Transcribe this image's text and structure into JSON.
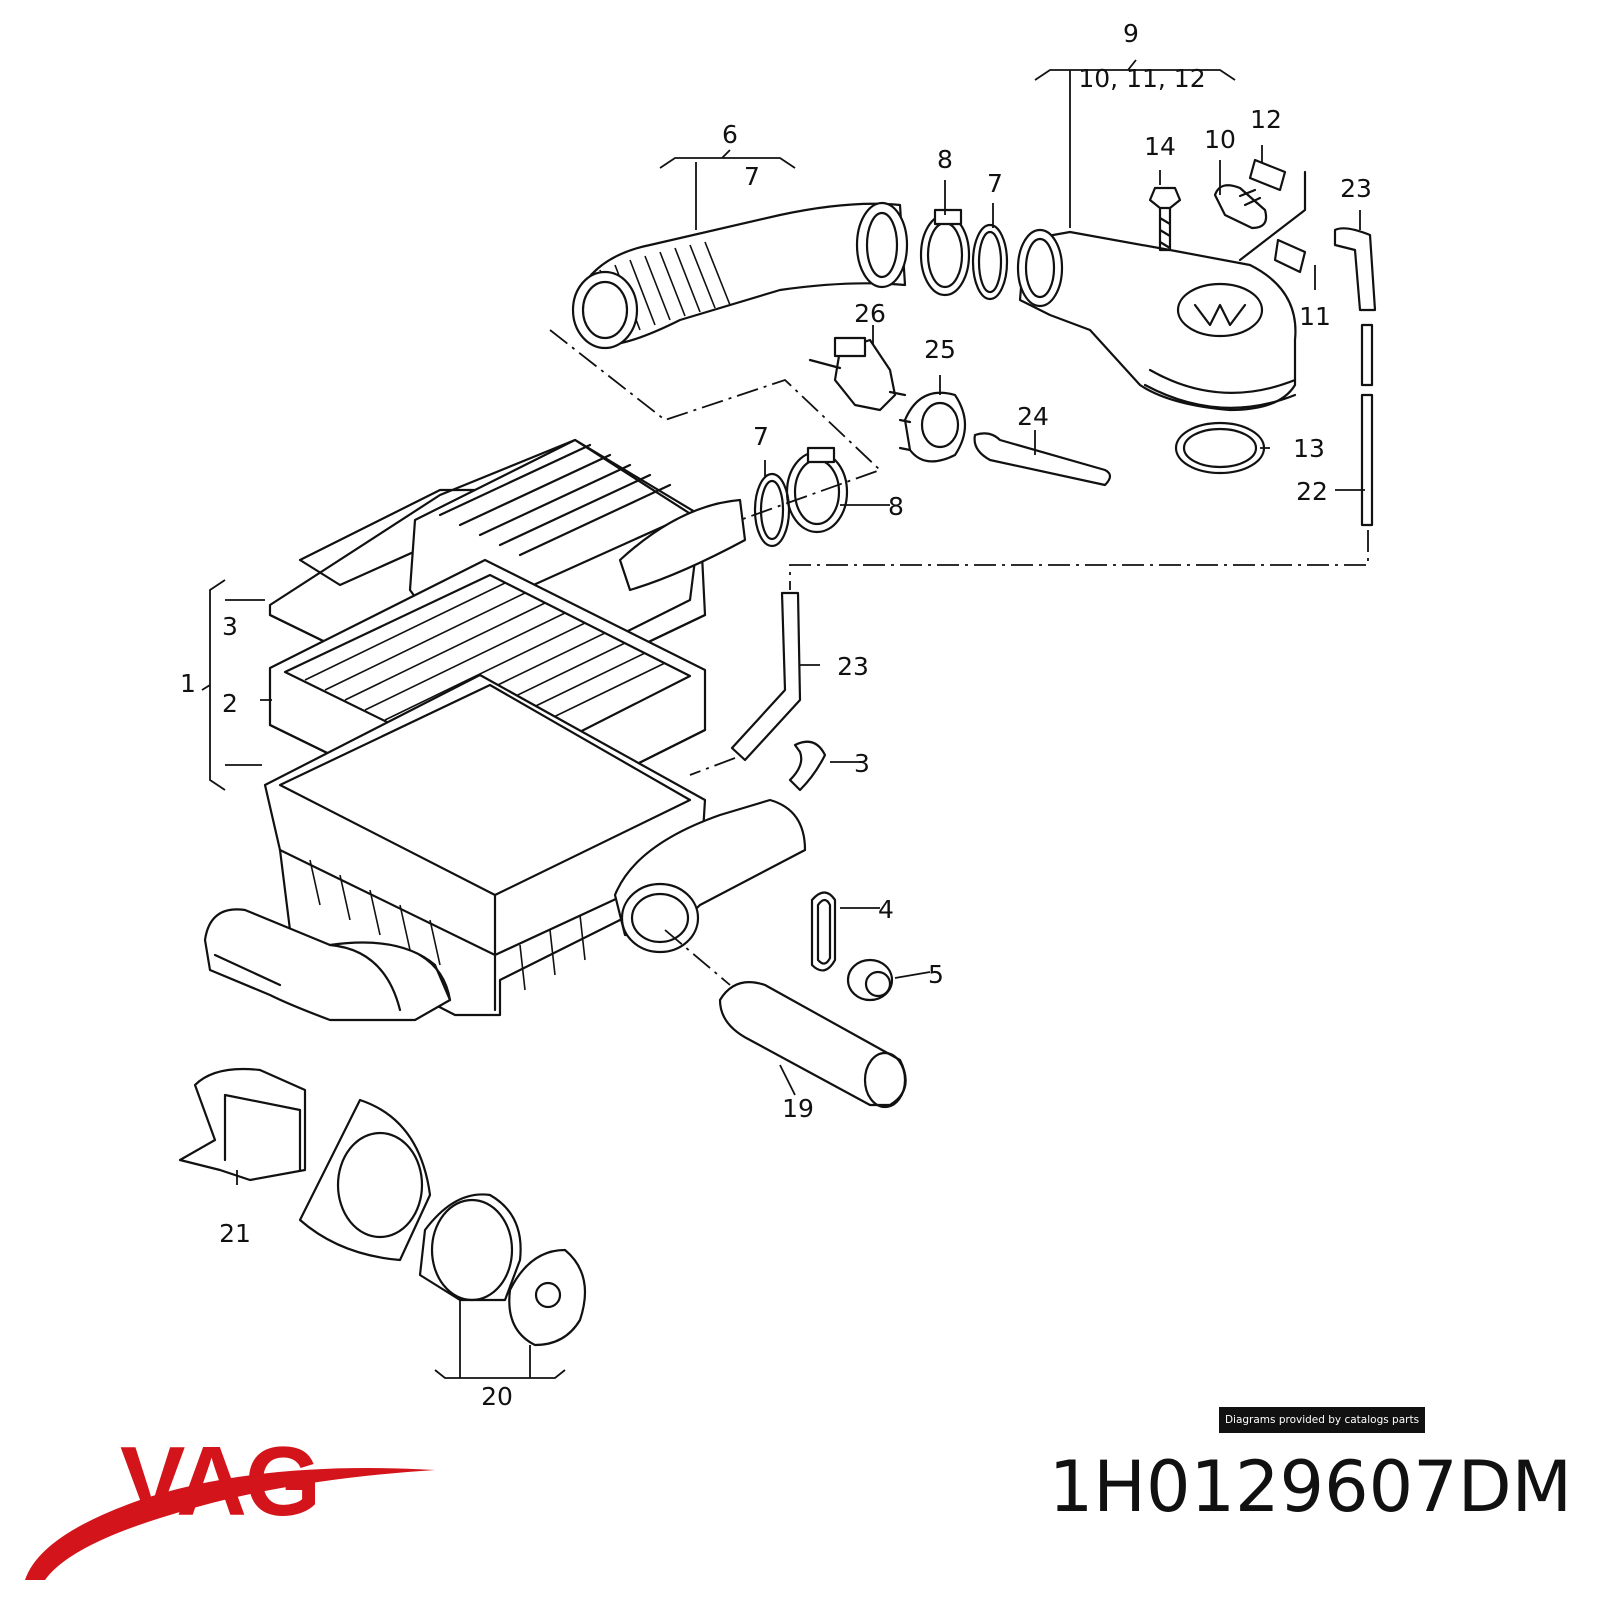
{
  "diagram": {
    "callouts": [
      "1",
      "2",
      "3",
      "3",
      "4",
      "5",
      "6",
      "7",
      "7",
      "7",
      "8",
      "8",
      "9",
      "10, 11, 12",
      "10",
      "11",
      "12",
      "13",
      "14",
      "19",
      "20",
      "21",
      "22",
      "23",
      "23",
      "24",
      "25",
      "26"
    ]
  },
  "credit_text": "Diagrams provided by catalogs parts",
  "brand": {
    "name": "VAG",
    "color": "#d3141b"
  },
  "part_number": "1H0129607DM"
}
